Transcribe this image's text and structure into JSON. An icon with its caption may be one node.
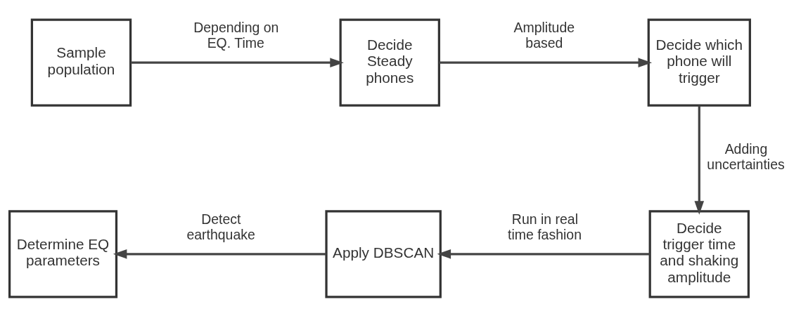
{
  "diagram": {
    "nodes": [
      {
        "text": [
          "Sample population"
        ]
      },
      {
        "text": [
          "Decide Steady phones"
        ]
      },
      {
        "text": [
          "Decide which phone will trigger"
        ]
      },
      {
        "text": [
          "Decide trigger time and shaking amplitude"
        ]
      },
      {
        "text": [
          "Apply DBSCAN"
        ]
      },
      {
        "text": [
          "Determine EQ parameters"
        ]
      }
    ],
    "edges": [
      {
        "from": 0,
        "to": 1,
        "arrow": "to",
        "label": "Depending on EQ. Time"
      },
      {
        "from": 1,
        "to": 2,
        "arrow": "to",
        "label": "Amplitude based"
      },
      {
        "from": 2,
        "to": 3,
        "arrow": "to",
        "label": "Adding uncertainties"
      },
      {
        "from": 3,
        "to": 4,
        "arrow": "to",
        "label": "Run in real time fashion"
      },
      {
        "from": 4,
        "to": 5,
        "arrow": "to",
        "label": "Detect earthquake"
      }
    ]
  }
}
